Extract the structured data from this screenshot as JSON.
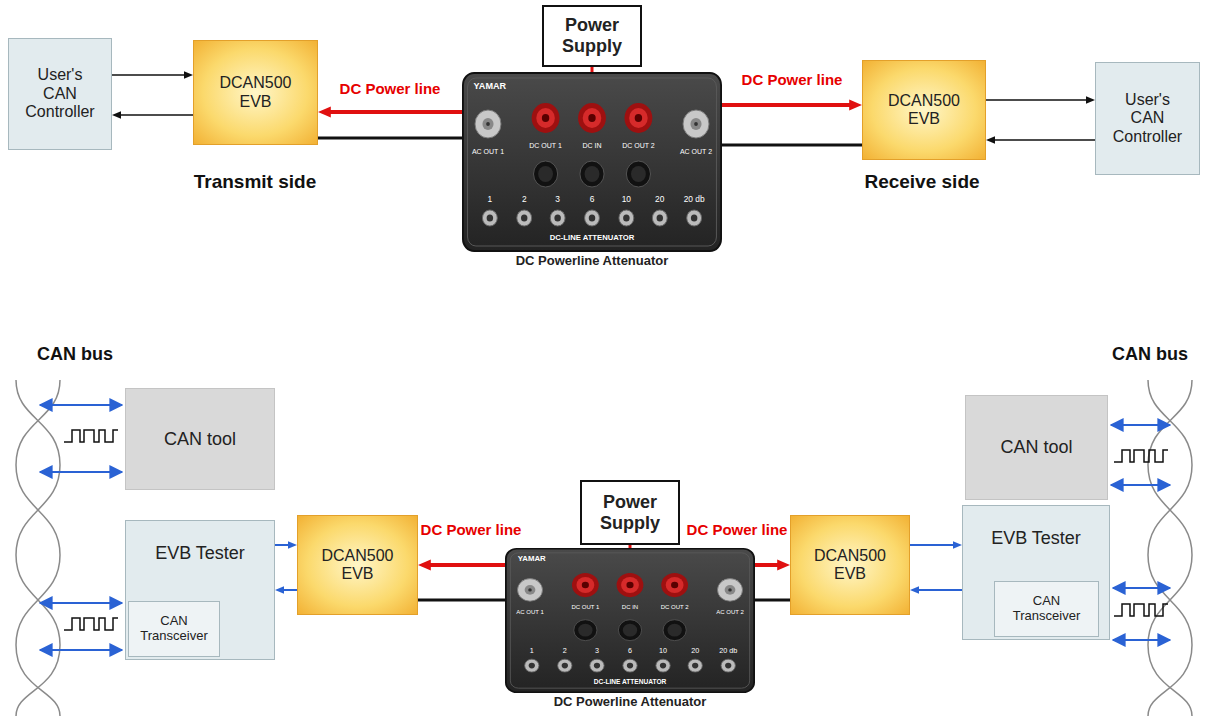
{
  "diagram": {
    "nodes": [
      {
        "text": [
          "User's CAN Controller"
        ]
      },
      {
        "text": [
          "DCAN500 EVB"
        ]
      },
      {
        "text": [
          "Power Supply"
        ]
      },
      {
        "text": [
          "DC Powerline Attenuator"
        ]
      },
      {
        "text": [
          "DCAN500 EVB"
        ]
      },
      {
        "text": [
          "User's CAN Controller"
        ]
      },
      {
        "text": [
          "CAN tool"
        ]
      },
      {
        "text": [
          "EVB Tester"
        ]
      },
      {
        "text": [
          "CAN Transceiver"
        ],
        "in": 7
      },
      {
        "text": [
          "DCAN500 EVB"
        ]
      },
      {
        "text": [
          "Power Supply"
        ]
      },
      {
        "text": [
          "DC Powerline Attenuator"
        ]
      },
      {
        "text": [
          "DCAN500 EVB"
        ]
      },
      {
        "text": [
          "CAN tool"
        ]
      },
      {
        "text": [
          "EVB Tester"
        ]
      },
      {
        "text": [
          "CAN Transceiver"
        ],
        "in": 14
      }
    ],
    "edges": [
      {
        "from": 0,
        "to": 1,
        "arrow": "to"
      },
      {
        "from": 1,
        "to": 0,
        "arrow": "to"
      },
      {
        "from": 2,
        "to": 3,
        "arrow": "none"
      },
      {
        "from": 3,
        "to": 1,
        "arrow": "to",
        "label": "DC Power line"
      },
      {
        "from": 3,
        "to": 1,
        "arrow": "none"
      },
      {
        "from": 3,
        "to": 4,
        "arrow": "to",
        "label": "DC Power line"
      },
      {
        "from": 3,
        "to": 4,
        "arrow": "none"
      },
      {
        "from": 4,
        "to": 5,
        "arrow": "to"
      },
      {
        "from": 5,
        "to": 4,
        "arrow": "to"
      },
      {
        "from": 7,
        "to": 9,
        "arrow": "to"
      },
      {
        "from": 9,
        "to": 7,
        "arrow": "to"
      },
      {
        "from": 10,
        "to": 11,
        "arrow": "none"
      },
      {
        "from": 11,
        "to": 9,
        "arrow": "to",
        "label": "DC Power line"
      },
      {
        "from": 11,
        "to": 9,
        "arrow": "none"
      },
      {
        "from": 11,
        "to": 12,
        "arrow": "to",
        "label": "DC Power line"
      },
      {
        "from": 11,
        "to": 12,
        "arrow": "none"
      },
      {
        "from": 12,
        "to": 14,
        "arrow": "to"
      },
      {
        "from": 14,
        "to": 12,
        "arrow": "to"
      }
    ],
    "labels": [
      "Transmit side",
      "Receive side",
      "YAMAR",
      "AC OUT 1",
      "DC OUT 1",
      "DC IN",
      "DC OUT 2",
      "AC OUT 2",
      "1",
      "2",
      "3",
      "6",
      "10",
      "20",
      "20 db",
      "DC-LINE ATTENUATOR",
      "CAN bus",
      "CAN bus",
      "YAMAR",
      "AC OUT 1",
      "DC OUT 1",
      "DC IN",
      "DC OUT 2",
      "AC OUT 2",
      "1",
      "2",
      "3",
      "6",
      "10",
      "20",
      "20 db",
      "DC-LINE ATTENUATOR"
    ]
  }
}
